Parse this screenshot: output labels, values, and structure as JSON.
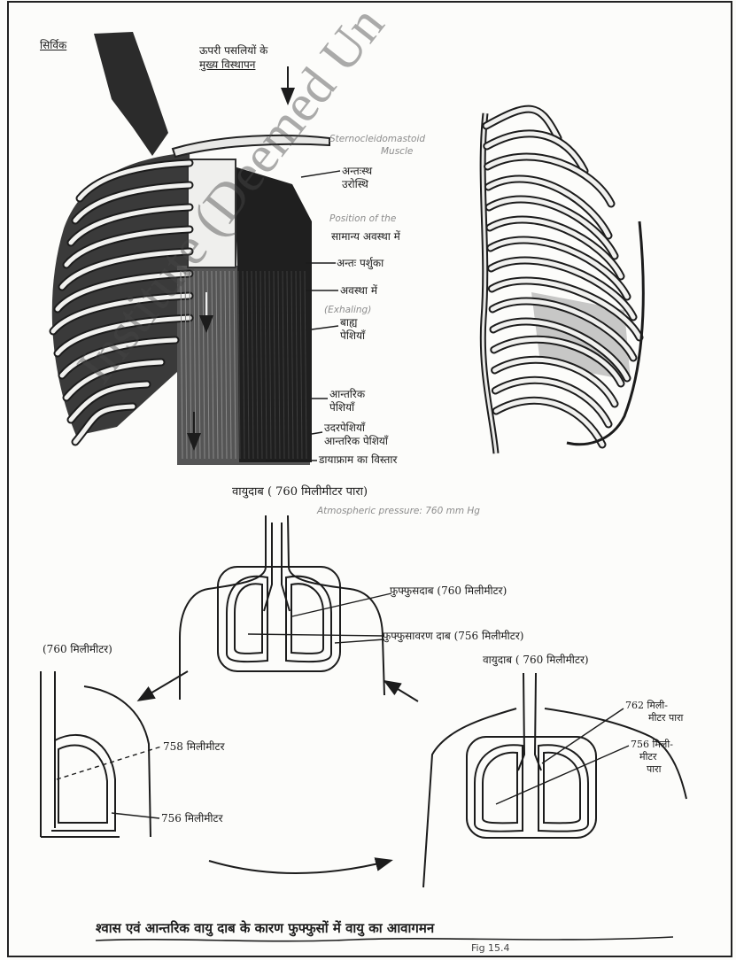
{
  "document": {
    "watermark": "Institute (Deemed Un",
    "colors": {
      "paper": "#fcfcfa",
      "ink": "#1c1c1c",
      "watermark": "rgba(70,70,70,0.45)"
    }
  },
  "front_view": {
    "cervical": "सिर्विक",
    "upper_rib_note": [
      "ऊपरी पसलियों के",
      "मुख्य विस्थापन"
    ],
    "sternocleidomastoid": [
      "Sternocleidomastoid",
      "Muscle"
    ],
    "sternum": [
      "अन्तःस्थ",
      "उरोस्थि"
    ],
    "position_note": "Position of the",
    "normal_state": "सामान्य अवस्था में",
    "intercostal": "अन्तः पर्शुका",
    "state": "अवस्था में",
    "exhaling": "(Exhaling)",
    "external_muscles": [
      "बाह्य",
      "पेशियाँ"
    ],
    "internal_muscles": [
      "आन्तरिक",
      "पेशियाँ"
    ],
    "abdominal_muscles": [
      "उदरपेशियाँ",
      "आन्तरिक पेशियाँ"
    ],
    "diaphragm": "डायाफ्राम का विस्तार"
  },
  "pressure_figure": {
    "atmospheric": "वायुदाब ( 760 मिलीमीटर पारा)",
    "atmospheric_en": "Atmospheric pressure: 760 mm Hg",
    "intrapulmonary": "फुफ्फुसदाब (760 मिलीमीटर)",
    "intrapleural": "फुफ्फुसावरण दाब (756 मिलीमीटर)",
    "atmospheric_right": "वायुदाब ( 760 मिलीमीटर)",
    "left_atmospheric": "(760 मिलीमीटर)",
    "left_intrapulmonary": "758 मिलीमीटर",
    "left_intrapleural": "756 मिलीमीटर",
    "right_intrapulmonary": [
      "762 मिली-",
      "मीटर पारा"
    ],
    "right_intrapleural": [
      "756 मिली-",
      "मीटर",
      "पारा"
    ]
  },
  "caption": {
    "title": "श्वास एवं आन्तरिक वायु दाब के कारण फुफ्फुसों में वायु का आवागमन",
    "figure_number": "Fig 15.4"
  }
}
